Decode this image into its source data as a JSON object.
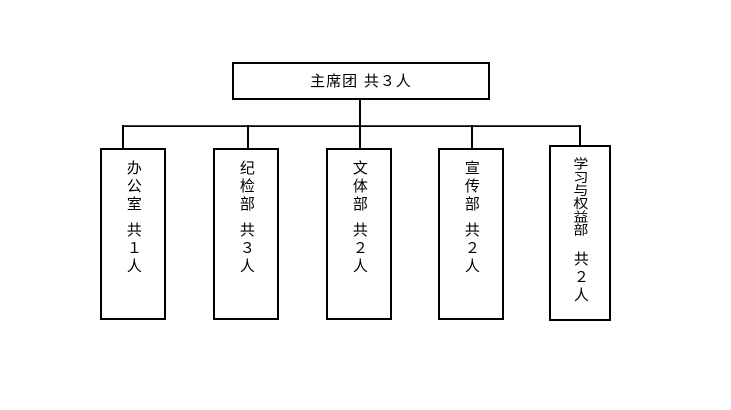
{
  "diagram": {
    "title_text": "主席团 共３人",
    "type": "organization-chart",
    "line_color": "#000000",
    "background_color": "#ffffff",
    "root": {
      "label": "主席团 共３人",
      "name": "主席团",
      "count_label": "共３人",
      "count": 3
    },
    "children": [
      {
        "name": "办公室",
        "count_label": "共１人",
        "count": 1,
        "full_label": "办公室 共１人"
      },
      {
        "name": "纪检部",
        "count_label": "共３人",
        "count": 3,
        "full_label": "纪检部 共３人"
      },
      {
        "name": "文体部",
        "count_label": "共２人",
        "count": 2,
        "full_label": "文体部 共２人"
      },
      {
        "name": "宣传部",
        "count_label": "共２人",
        "count": 2,
        "full_label": "宣传部 共２人"
      },
      {
        "name": "学习与权益部",
        "count_label": "共２人",
        "count": 2,
        "full_label": "学习与权益部 共２人"
      }
    ]
  }
}
